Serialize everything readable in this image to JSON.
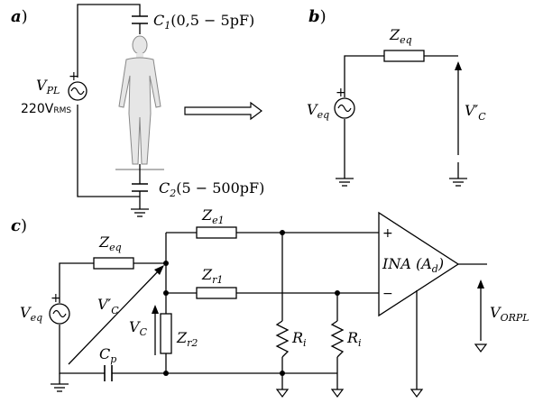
{
  "panels": {
    "a": {
      "label": "a",
      "source_name": "V",
      "source_sub": "PL",
      "source_rating": "220V",
      "source_rating_sub": "RMS",
      "c1_name": "C",
      "c1_sub": "1",
      "c1_value": "(0,5 − 5pF)",
      "c2_name": "C",
      "c2_sub": "2",
      "c2_value": "(5 − 500pF)"
    },
    "b": {
      "label": "b",
      "impedance_name": "Z",
      "impedance_sub": "eq",
      "source_name": "V",
      "source_sub": "eq",
      "output_name": "V′",
      "output_sub": "C"
    },
    "c": {
      "label": "c",
      "zeq_name": "Z",
      "zeq_sub": "eq",
      "veq_name": "V",
      "veq_sub": "eq",
      "vc_prime_name": "V′",
      "vc_prime_sub": "C",
      "vc_name": "V",
      "vc_sub": "C",
      "cp_name": "C",
      "cp_sub": "p",
      "ze1_name": "Z",
      "ze1_sub": "e1",
      "zr1_name": "Z",
      "zr1_sub": "r1",
      "zr2_name": "Z",
      "zr2_sub": "r2",
      "ri1_name": "R",
      "ri1_sub": "i",
      "ri2_name": "R",
      "ri2_sub": "i",
      "ina_text": "INA (A",
      "ina_sub": "d",
      "ina_close": ")",
      "plus_sign": "+",
      "minus_sign": "−",
      "output_name": "V",
      "output_sub": "ORPL"
    },
    "source_plus": "+"
  }
}
